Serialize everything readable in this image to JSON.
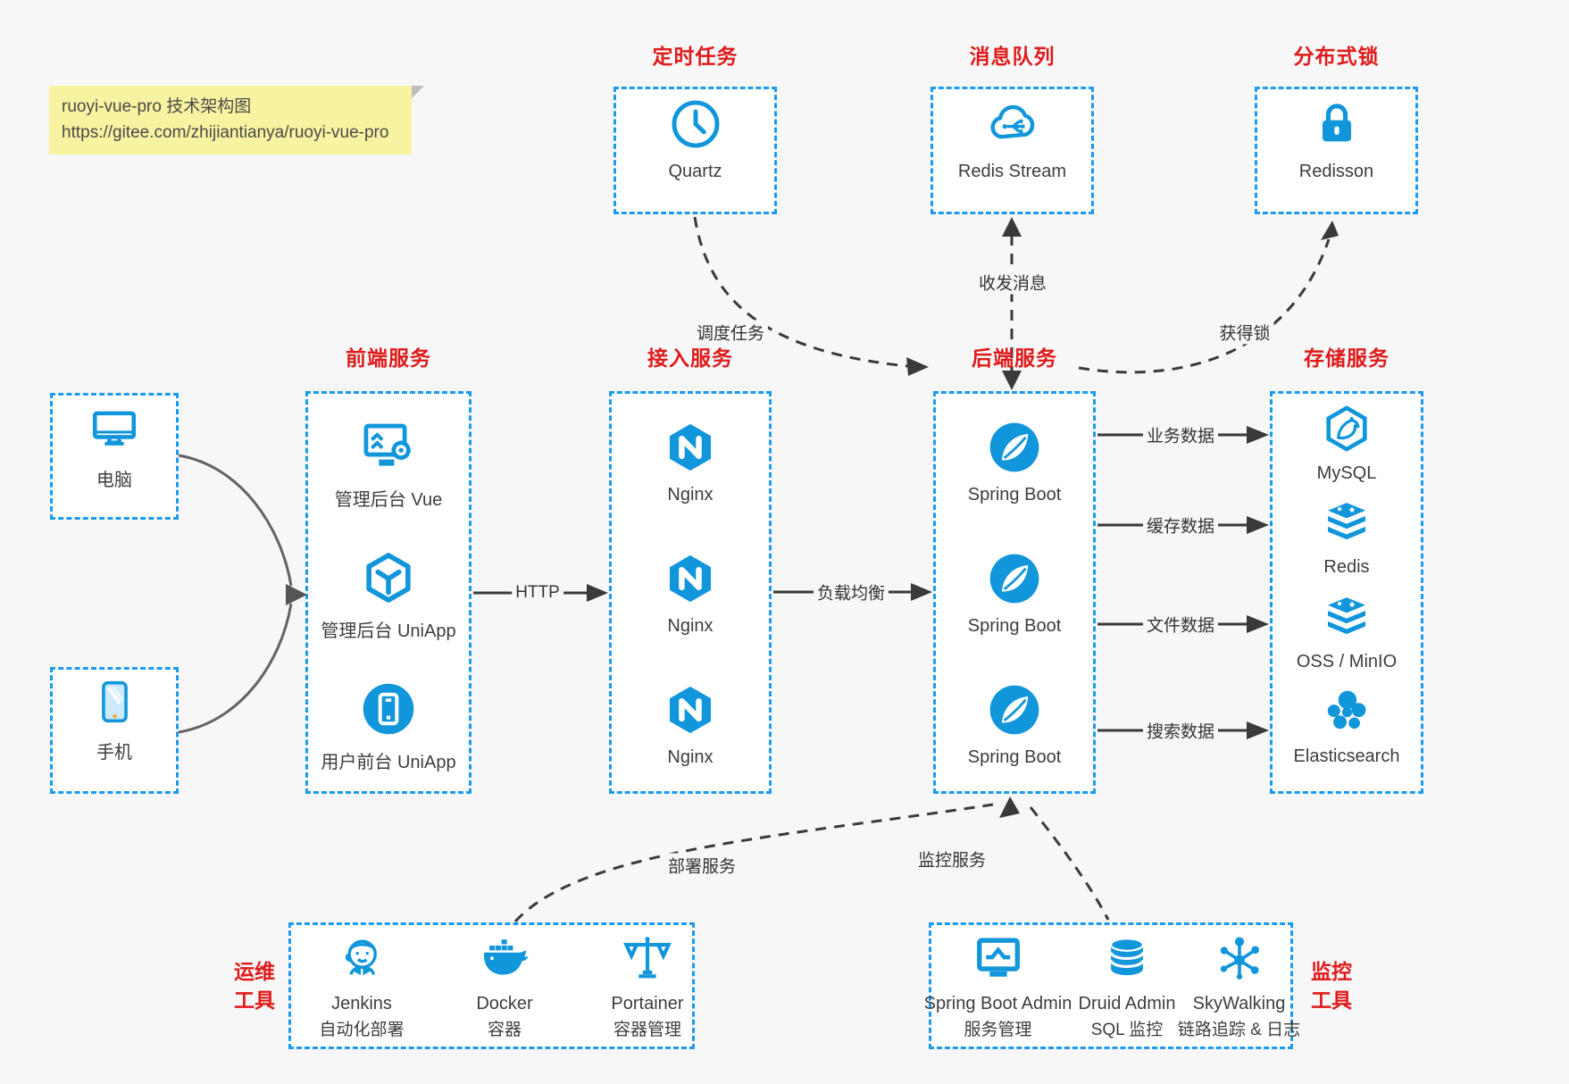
{
  "note": {
    "line1": "ruoyi-vue-pro 技术架构图",
    "line2": "https://gitee.com/zhijiantianya/ruoyi-vue-pro"
  },
  "top_groups": [
    {
      "title": "定时任务",
      "item": {
        "label": "Quartz",
        "icon": "clock-icon"
      }
    },
    {
      "title": "消息队列",
      "item": {
        "label": "Redis Stream",
        "icon": "cloud-network-icon"
      }
    },
    {
      "title": "分布式锁",
      "item": {
        "label": "Redisson",
        "icon": "lock-icon"
      }
    }
  ],
  "clients": [
    {
      "label": "电脑",
      "icon": "desktop-icon"
    },
    {
      "label": "手机",
      "icon": "smartphone-icon"
    }
  ],
  "columns": {
    "frontend": {
      "title": "前端服务",
      "items": [
        {
          "label": "管理后台 Vue",
          "icon": "admin-dashboard-icon"
        },
        {
          "label": "管理后台 UniApp",
          "icon": "cube-icon"
        },
        {
          "label": "用户前台 UniApp",
          "icon": "mobile-app-icon"
        }
      ]
    },
    "gateway": {
      "title": "接入服务",
      "items": [
        {
          "label": "Nginx",
          "icon": "nginx-icon"
        },
        {
          "label": "Nginx",
          "icon": "nginx-icon"
        },
        {
          "label": "Nginx",
          "icon": "nginx-icon"
        }
      ]
    },
    "backend": {
      "title": "后端服务",
      "items": [
        {
          "label": "Spring Boot",
          "icon": "spring-icon"
        },
        {
          "label": "Spring Boot",
          "icon": "spring-icon"
        },
        {
          "label": "Spring Boot",
          "icon": "spring-icon"
        }
      ]
    },
    "storage": {
      "title": "存储服务",
      "items": [
        {
          "label": "MySQL",
          "icon": "mysql-icon"
        },
        {
          "label": "Redis",
          "icon": "redis-stack-icon"
        },
        {
          "label": "OSS / MinIO",
          "icon": "storage-stack-icon"
        },
        {
          "label": "Elasticsearch",
          "icon": "elasticsearch-icon"
        }
      ]
    }
  },
  "bottom_groups": {
    "ops": {
      "title_line1": "运维",
      "title_line2": "工具",
      "items": [
        {
          "label": "Jenkins",
          "sublabel": "自动化部署",
          "icon": "jenkins-icon"
        },
        {
          "label": "Docker",
          "sublabel": "容器",
          "icon": "docker-icon"
        },
        {
          "label": "Portainer",
          "sublabel": "容器管理",
          "icon": "scales-icon"
        }
      ]
    },
    "monitor": {
      "title_line1": "监控",
      "title_line2": "工具",
      "items": [
        {
          "label": "Spring Boot Admin",
          "sublabel": "服务管理",
          "icon": "monitor-chart-icon"
        },
        {
          "label": "Druid Admin",
          "sublabel": "SQL 监控",
          "icon": "database-icon"
        },
        {
          "label": "SkyWalking",
          "sublabel": "链路追踪 & 日志",
          "icon": "topology-icon"
        }
      ]
    }
  },
  "edges": {
    "http": "HTTP",
    "load_balance": "负载均衡",
    "schedule": "调度任务",
    "message": "收发消息",
    "get_lock": "获得锁",
    "business_data": "业务数据",
    "cache_data": "缓存数据",
    "file_data": "文件数据",
    "search_data": "搜索数据",
    "deploy": "部署服务",
    "monitor": "监控服务"
  },
  "colors": {
    "accent_blue": "#1296db",
    "border_blue": "#1b9af0",
    "title_red": "#e01a1a",
    "arrow_dark": "#3a3a3a",
    "note_bg": "#f8f3a0"
  }
}
